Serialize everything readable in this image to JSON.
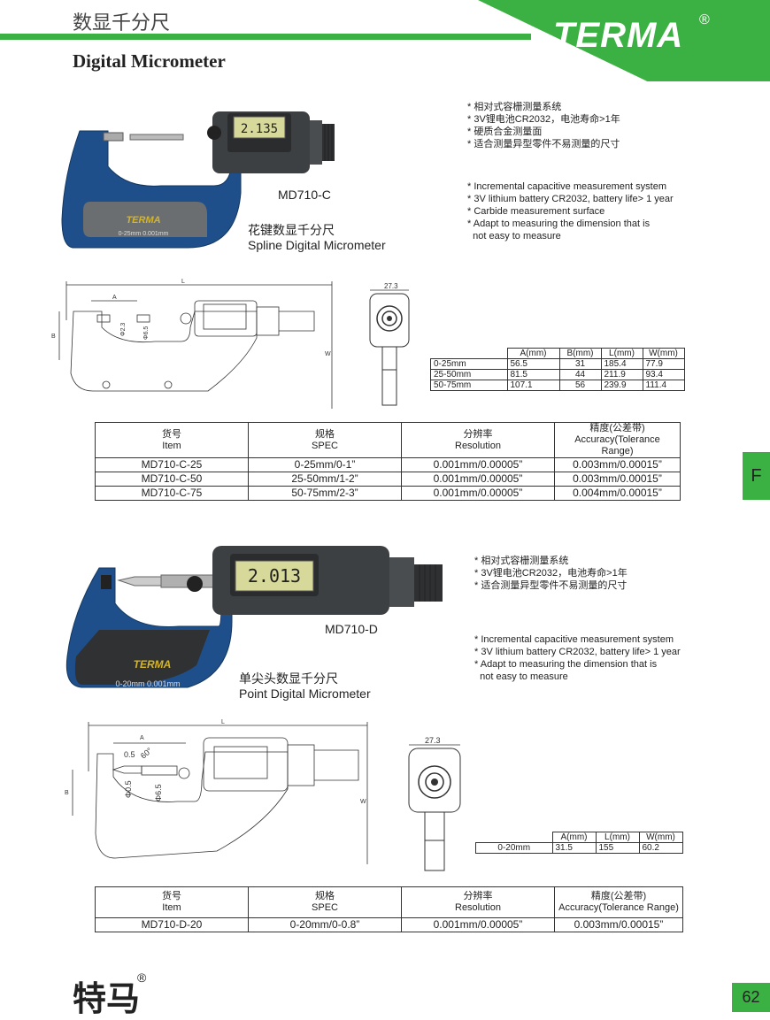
{
  "header": {
    "title_cn": "数显千分尺",
    "title_en": "Digital Micrometer",
    "logo_text": "TERMA",
    "registered_mark": "®"
  },
  "side_tab": "F",
  "page_number": "62",
  "footer": {
    "brand_cn": "特马",
    "registered_mark": "®"
  },
  "colors": {
    "accent": "#3bb143",
    "body_blue": "#1f4f8a",
    "grey": "#555555"
  },
  "product1": {
    "model_label": "MD710-C",
    "name_cn": "花键数显千分尺",
    "name_en": "Spline Digital Micrometer",
    "display_reading": "2.135",
    "body_label": "0-25mm  0.001mm",
    "features_cn": [
      "* 相对式容栅测量系统",
      "* 3V锂电池CR2032，电池寿命>1年",
      "* 硬质合金测量面",
      "* 适合测量异型零件不易测量的尺寸"
    ],
    "features_en": [
      "* Incremental capacitive measurement system",
      "* 3V lithium battery CR2032, battery life> 1 year",
      "* Carbide measurement surface",
      "* Adapt to measuring the dimension that is",
      "  not easy to measure"
    ],
    "drawing_labels": {
      "L": "L",
      "A": "A",
      "B": "B",
      "W": "W",
      "d1": "Φ2.3",
      "d2": "Φ6.5",
      "width": "27.3"
    },
    "dim_table": {
      "headers": [
        "A(mm)",
        "B(mm)",
        "L(mm)",
        "W(mm)"
      ],
      "rows": [
        [
          "0-25mm",
          "56.5",
          "31",
          "185.4",
          "77.9"
        ],
        [
          "25-50mm",
          "81.5",
          "44",
          "211.9",
          "93.4"
        ],
        [
          "50-75mm",
          "107.1",
          "56",
          "239.9",
          "111.4"
        ]
      ]
    },
    "spec_table": {
      "headers": [
        [
          "货号",
          "Item"
        ],
        [
          "规格",
          "SPEC"
        ],
        [
          "分辨率",
          "Resolution"
        ],
        [
          "精度(公差带)",
          "Accuracy(Tolerance Range)"
        ]
      ],
      "rows": [
        [
          "MD710-C-25",
          "0-25mm/0-1”",
          "0.001mm/0.00005”",
          "0.003mm/0.00015”"
        ],
        [
          "MD710-C-50",
          "25-50mm/1-2”",
          "0.001mm/0.00005”",
          "0.003mm/0.00015”"
        ],
        [
          "MD710-C-75",
          "50-75mm/2-3”",
          "0.001mm/0.00005”",
          "0.004mm/0.00015”"
        ]
      ]
    }
  },
  "product2": {
    "model_label": "MD710-D",
    "name_cn": "单尖头数显千分尺",
    "name_en": "Point Digital Micrometer",
    "display_reading": "2.013",
    "body_label": "0-20mm  0.001mm",
    "features_cn": [
      "* 相对式容栅测量系统",
      "* 3V锂电池CR2032，电池寿命>1年",
      "* 适合测量异型零件不易测量的尺寸"
    ],
    "features_en": [
      "* Incremental capacitive measurement system",
      "* 3V lithium battery CR2032, battery life> 1 year",
      "* Adapt to measuring the dimension that is",
      "  not easy to measure"
    ],
    "drawing_labels": {
      "L": "L",
      "A": "A",
      "B": "B",
      "W": "W",
      "tip": "0.5",
      "angle": "60°",
      "d1": "Φ0.5",
      "d2": "Φ6.5",
      "width": "27.3"
    },
    "dim_table": {
      "headers": [
        "A(mm)",
        "L(mm)",
        "W(mm)"
      ],
      "rows": [
        [
          "0-20mm",
          "31.5",
          "155",
          "60.2"
        ]
      ]
    },
    "spec_table": {
      "headers": [
        [
          "货号",
          "Item"
        ],
        [
          "规格",
          "SPEC"
        ],
        [
          "分辨率",
          "Resolution"
        ],
        [
          "精度(公差带)",
          "Accuracy(Tolerance Range)"
        ]
      ],
      "rows": [
        [
          "MD710-D-20",
          "0-20mm/0-0.8”",
          "0.001mm/0.00005”",
          "0.003mm/0.00015”"
        ]
      ]
    }
  }
}
